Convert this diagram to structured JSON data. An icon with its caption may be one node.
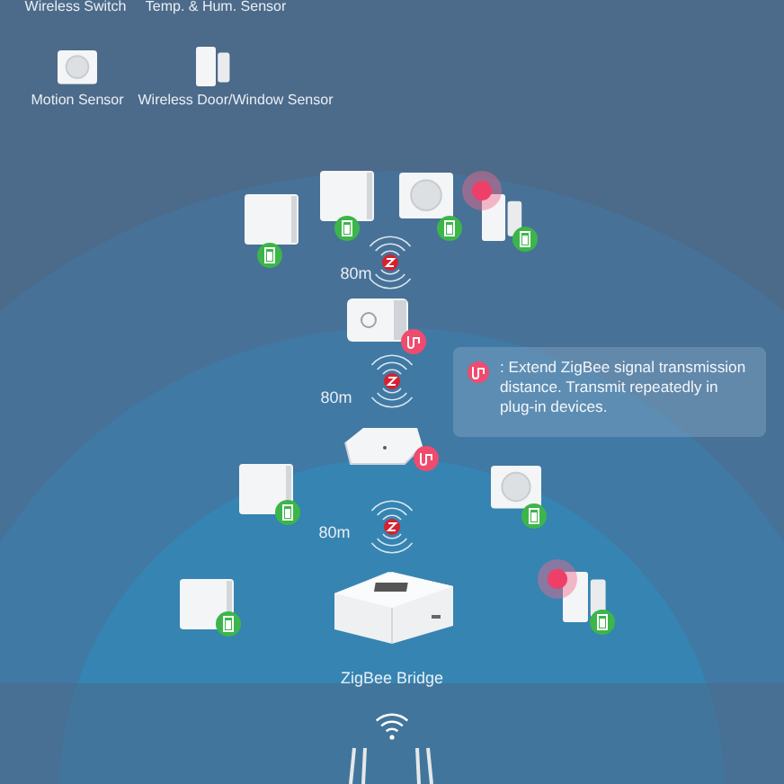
{
  "diagram": {
    "nodes": [
      {
        "text": [
          ": Extend ZigBee signal transmission distance. Transmit repeatedly in plug-in devices."
        ]
      }
    ],
    "labels": [
      "Wireless Switch",
      "Temp. & Hum. Sensor",
      "Motion Sensor",
      "Wireless Door/Window Sensor",
      "80m",
      "80m",
      "80m",
      "ZigBee Bridge"
    ]
  }
}
